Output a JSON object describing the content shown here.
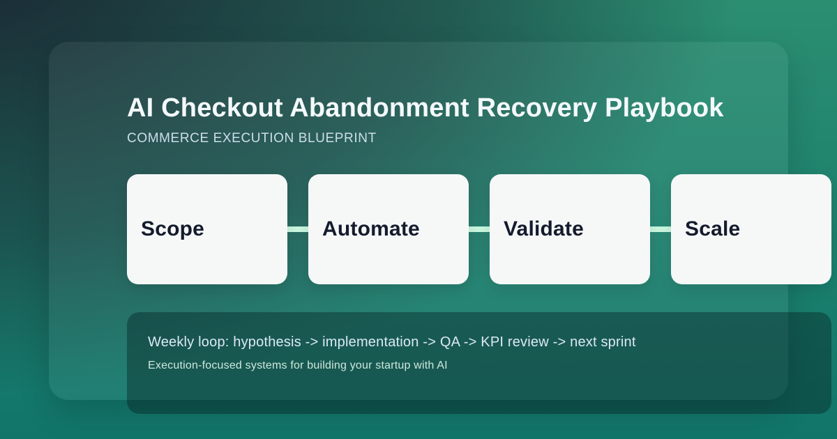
{
  "header": {
    "title": "AI Checkout Abandonment Recovery Playbook",
    "subtitle": "COMMERCE EXECUTION BLUEPRINT"
  },
  "flow": {
    "steps": [
      {
        "label": "Scope"
      },
      {
        "label": "Automate"
      },
      {
        "label": "Validate"
      },
      {
        "label": "Scale"
      }
    ]
  },
  "footer": {
    "line1": "Weekly loop: hypothesis -> implementation -> QA -> KPI review -> next sprint",
    "line2": "Execution-focused systems for building your startup with AI"
  },
  "colors": {
    "bg_top_left": "#1a2431",
    "bg_top_right": "#2b8e71",
    "bg_bottom_right": "#11756a",
    "card_overlay": "rgba(255,255,255,0.06)",
    "step_box_bg": "#f6f8f8",
    "step_box_text": "#141b2d",
    "connector_mint": "#c9f6df",
    "title_text": "#f4f9fc",
    "subtitle_text": "#ccdeea",
    "footer_panel_bg": "rgba(6,26,30,0.38)",
    "footer_line1_text": "#dce9f5",
    "footer_line2_text": "#cfe8dd"
  }
}
